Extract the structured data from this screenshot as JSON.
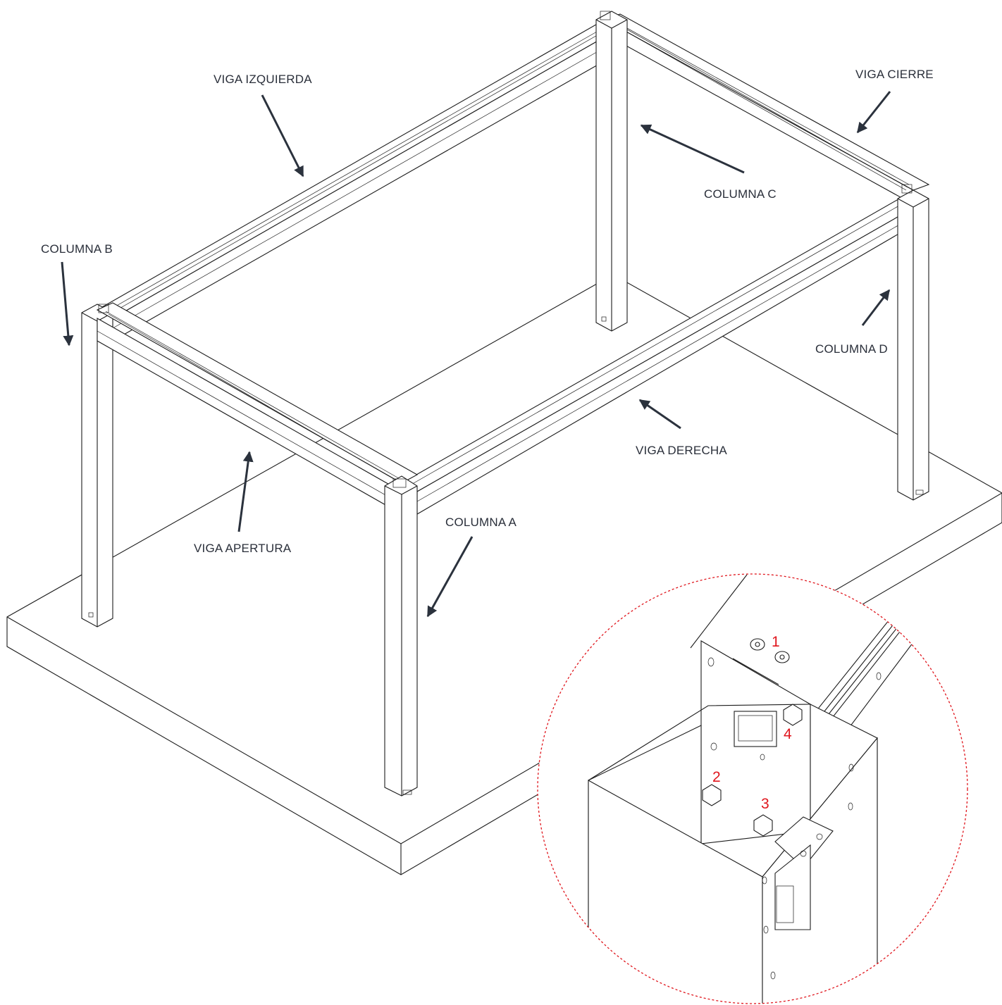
{
  "labels": {
    "viga_izquierda": "VIGA IZQUIERDA",
    "viga_cierre": "VIGA CIERRE",
    "columna_c": "COLUMNA C",
    "columna_b": "COLUMNA B",
    "columna_d": "COLUMNA D",
    "viga_derecha": "VIGA DERECHA",
    "columna_a": "COLUMNA A",
    "viga_apertura": "VIGA APERTURA"
  },
  "detail": {
    "callouts": [
      "1",
      "2",
      "3",
      "4"
    ]
  },
  "colors": {
    "line": "#1c1c1c",
    "label": "#2a2f3a",
    "arrow": "#2b323d",
    "callout": "#e0161d"
  }
}
